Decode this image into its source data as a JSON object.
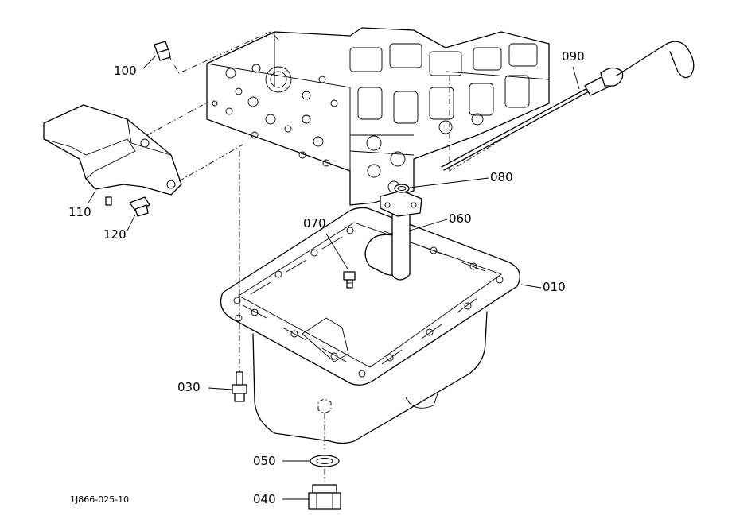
{
  "parts": [
    {
      "id": "p010",
      "label": "010",
      "name": "oil-pan"
    },
    {
      "id": "p030",
      "label": "030",
      "name": "pan-bolt"
    },
    {
      "id": "p040",
      "label": "040",
      "name": "drain-plug"
    },
    {
      "id": "p050",
      "label": "050",
      "name": "drain-gasket"
    },
    {
      "id": "p060",
      "label": "060",
      "name": "oil-strainer"
    },
    {
      "id": "p070",
      "label": "070",
      "name": "strainer-bolt"
    },
    {
      "id": "p080",
      "label": "080",
      "name": "o-ring"
    },
    {
      "id": "p090",
      "label": "090",
      "name": "dipstick"
    },
    {
      "id": "p100",
      "label": "100",
      "name": "plug"
    },
    {
      "id": "p110",
      "label": "110",
      "name": "cover-plate"
    },
    {
      "id": "p120",
      "label": "120",
      "name": "cover-bolt"
    }
  ],
  "drawing_code": "1J866-025-10"
}
